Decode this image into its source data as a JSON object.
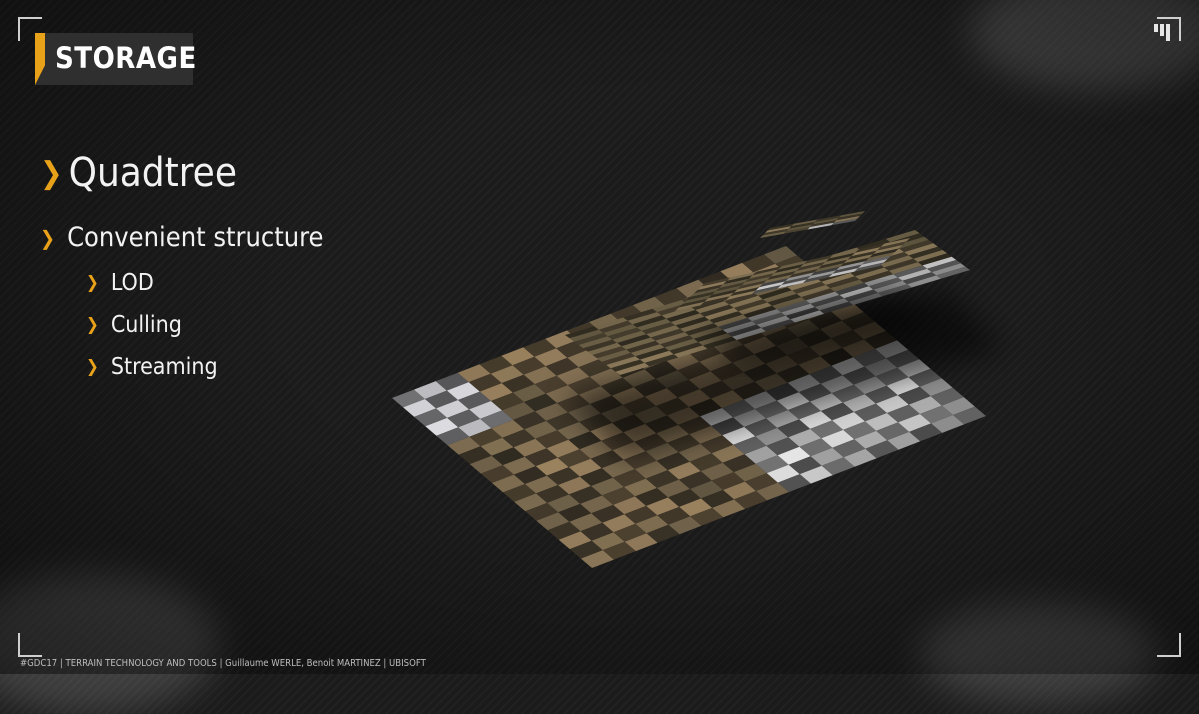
{
  "header": {
    "title": "STORAGE"
  },
  "bullets": {
    "main": "Quadtree",
    "sub": "Convenient structure",
    "items": [
      "LOD",
      "Culling",
      "Streaming"
    ]
  },
  "footer": {
    "text": "#GDC17 | TERRAIN TECHNOLOGY AND TOOLS | Guillaume WERLE, Benoit MARTINEZ | UBISOFT"
  },
  "colors": {
    "accent": "#e8a21a",
    "background": "#1b1b1b",
    "badge": "#2f2f2f"
  },
  "icons": {
    "logo": "ubisoft-logo-icon",
    "bullet": "chevron-right-icon",
    "corners": "frame-corner-icon"
  },
  "illustration": {
    "subject": "quadtree-terrain-tiles"
  }
}
